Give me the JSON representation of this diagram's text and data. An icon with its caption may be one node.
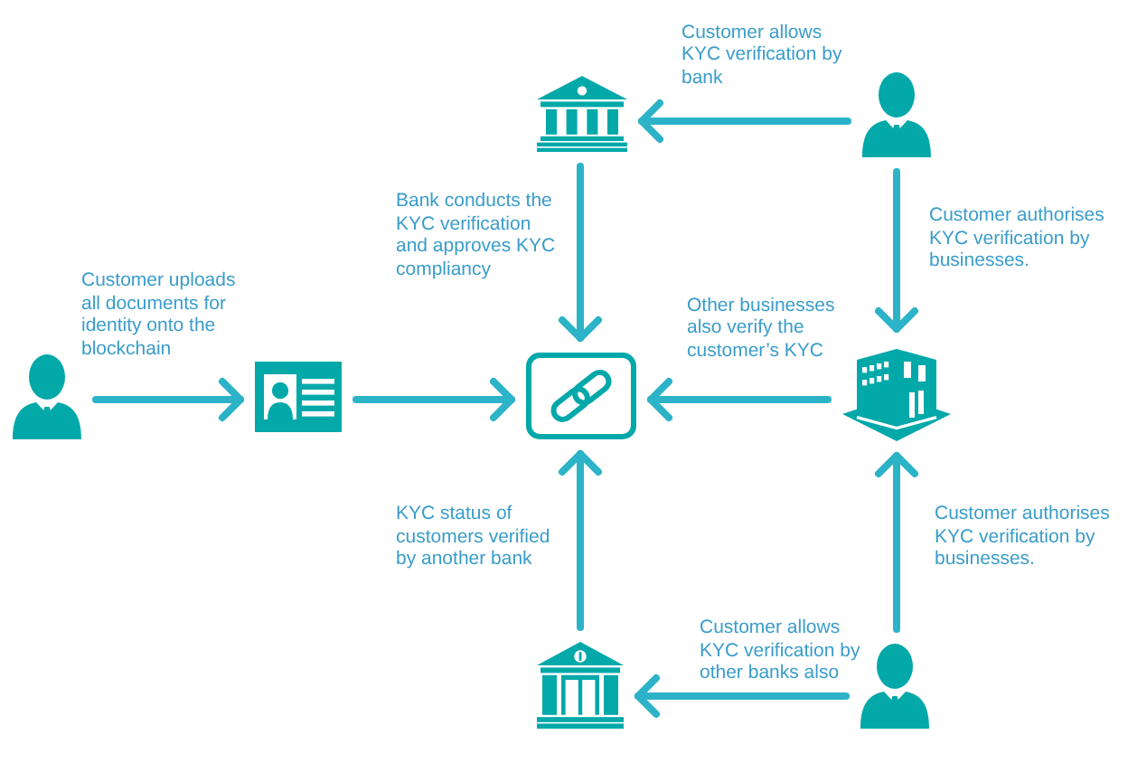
{
  "diagram": {
    "nodes": [
      {
        "text": [],
        "shape": "picture"
      },
      {
        "text": [],
        "shape": "person"
      },
      {
        "text": [],
        "shape": "person"
      },
      {
        "text": [],
        "shape": "picture"
      },
      {
        "text": [],
        "shape": "picture"
      },
      {
        "text": [],
        "shape": "picture"
      },
      {
        "text": [],
        "shape": "picture"
      },
      {
        "text": [],
        "shape": "person"
      }
    ],
    "edges": [
      {
        "from": 1,
        "to": 0,
        "arrow": "to",
        "label": "Customer allows KYC verification by bank"
      },
      {
        "from": 1,
        "to": 5,
        "arrow": "to",
        "label": "Customer authorises KYC verification by businesses."
      },
      {
        "from": 0,
        "to": 4,
        "arrow": "to",
        "label": "Bank conducts the KYC verification and approves KYC compliancy"
      },
      {
        "from": 2,
        "to": 3,
        "arrow": "to",
        "label": "Customer uploads all documents for identity onto the blockchain"
      },
      {
        "from": 3,
        "to": 4,
        "arrow": "to"
      },
      {
        "from": 5,
        "to": 4,
        "arrow": "to",
        "label": "Other businesses also verify the customer’s KYC"
      },
      {
        "from": 6,
        "to": 4,
        "arrow": "to",
        "label": "KYC status of customers verified by another bank"
      },
      {
        "from": 7,
        "to": 5,
        "arrow": "to",
        "label": "Customer authorises KYC verification by businesses."
      },
      {
        "from": 7,
        "to": 6,
        "arrow": "to",
        "label": "Customer allows KYC verification by other banks also"
      }
    ]
  }
}
